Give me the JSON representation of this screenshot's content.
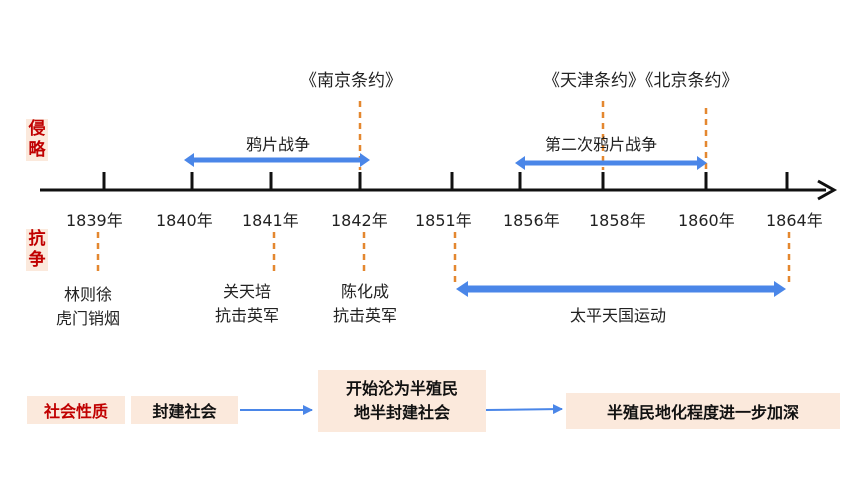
{
  "side_labels": {
    "invasion": "侵\n略",
    "resistance": "抗\n争"
  },
  "timeline": {
    "years": [
      "1839年",
      "1840年",
      "1841年",
      "1842年",
      "1851年",
      "1856年",
      "1858年",
      "1860年",
      "1864年"
    ]
  },
  "treaties": {
    "nanjing": "《南京条约》",
    "tianjin_beijing": "《天津条约》《北京条约》"
  },
  "wars": {
    "opium1": "鸦片战争",
    "opium2": "第二次鸦片战争"
  },
  "resistance": {
    "linzexu": "林则徐\n虎门销烟",
    "guantianpei": "关天培\n抗击英军",
    "chenhuacheng": "陈化成\n抗击英军",
    "taiping": "太平天国运动"
  },
  "society": {
    "label": "社会性质",
    "stage1": "封建社会",
    "stage2": "开始沦为半殖民\n地半封建社会",
    "stage3": "半殖民地化程度进一步加深"
  },
  "colors": {
    "accent_red": "#c00000",
    "arrow_blue": "#4a86e8",
    "dash_orange": "#e4872f",
    "box_bg": "#fbe9dc"
  }
}
